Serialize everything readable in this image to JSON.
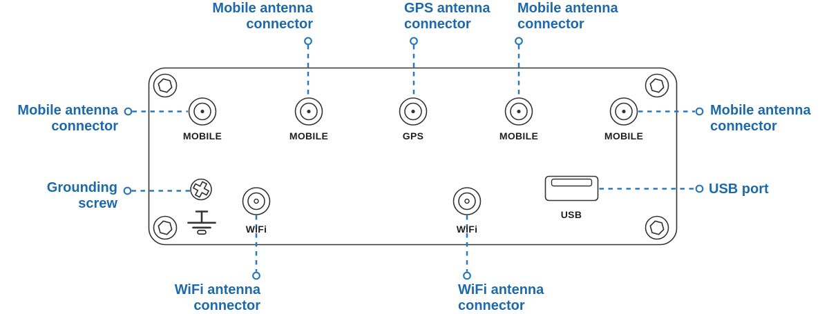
{
  "colors": {
    "accent": "#2a78ba",
    "label_blue": "#1d69a9",
    "outline": "#333333",
    "port_ink": "#1f1f1f"
  },
  "callouts": {
    "top_mobile": {
      "line1": "Mobile antenna",
      "line2": "connector"
    },
    "top_gps": {
      "line1": "GPS antenna",
      "line2": "connector"
    },
    "top_mobile_right": {
      "line1": "Mobile antenna",
      "line2": "connector"
    },
    "left_mobile": {
      "line1": "Mobile antenna",
      "line2": "connector"
    },
    "right_mobile": {
      "line1": "Mobile antenna",
      "line2": "connector"
    },
    "grounding": {
      "line1": "Grounding",
      "line2": "screw"
    },
    "usb_port": {
      "text": "USB port"
    },
    "wifi_left": {
      "line1": "WiFi antenna",
      "line2": "connector"
    },
    "wifi_mid": {
      "line1": "WiFi antenna",
      "line2": "connector"
    }
  },
  "ports": {
    "mobile_1": "MOBILE",
    "mobile_2": "MOBILE",
    "gps": "GPS",
    "mobile_3": "MOBILE",
    "mobile_4": "MOBILE",
    "wifi_1": "WiFi",
    "wifi_2": "WiFi",
    "usb": "USB"
  }
}
